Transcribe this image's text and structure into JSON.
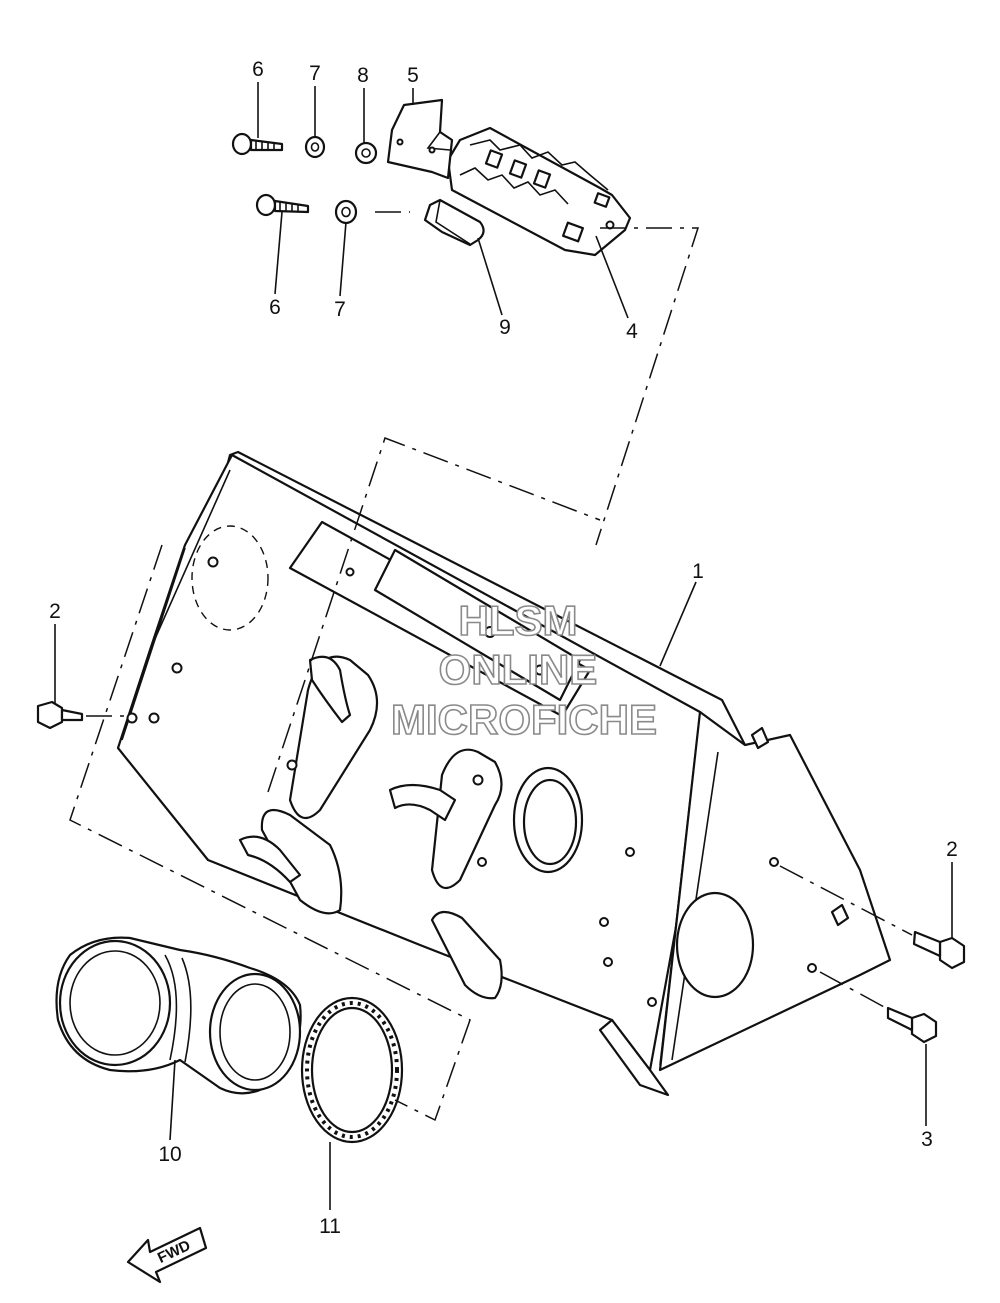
{
  "callouts": [
    {
      "id": "c6a",
      "text": "6"
    },
    {
      "id": "c7a",
      "text": "7"
    },
    {
      "id": "c8",
      "text": "8"
    },
    {
      "id": "c5",
      "text": "5"
    },
    {
      "id": "c6b",
      "text": "6"
    },
    {
      "id": "c7b",
      "text": "7"
    },
    {
      "id": "c9",
      "text": "9"
    },
    {
      "id": "c4",
      "text": "4"
    },
    {
      "id": "c1",
      "text": "1"
    },
    {
      "id": "c2a",
      "text": "2"
    },
    {
      "id": "c2b",
      "text": "2"
    },
    {
      "id": "c3",
      "text": "3"
    },
    {
      "id": "c10",
      "text": "10"
    },
    {
      "id": "c11",
      "text": "11"
    }
  ],
  "watermark": {
    "line1": "HLSM",
    "line2": "ONLINE",
    "line3": "MICROFICHE"
  },
  "fwd_arrow": {
    "text": "FWD"
  }
}
